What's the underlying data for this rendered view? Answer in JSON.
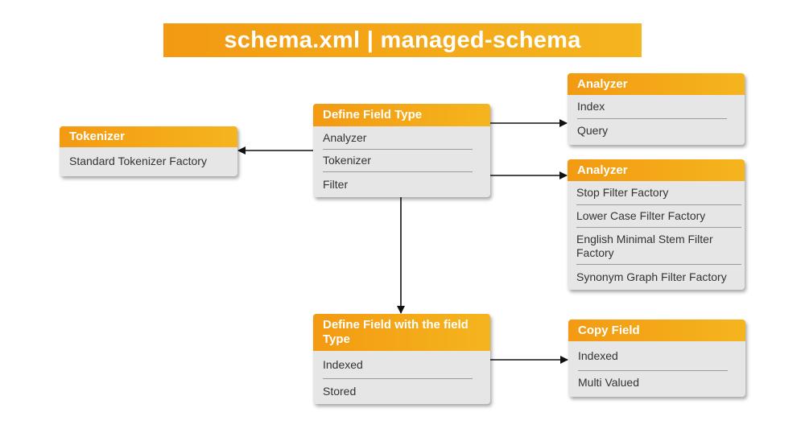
{
  "title": "schema.xml | managed-schema",
  "colors": {
    "accent": "#f5a81a",
    "box_bg": "#e6e6e6",
    "arrow": "#111111"
  },
  "boxes": {
    "define_field_type": {
      "header": "Define Field Type",
      "items": [
        "Analyzer",
        "Tokenizer",
        "Filter"
      ]
    },
    "tokenizer": {
      "header": "Tokenizer",
      "items": [
        "Standard Tokenizer Factory"
      ]
    },
    "analyzer_index_query": {
      "header": "Analyzer",
      "items": [
        "Index",
        "Query"
      ]
    },
    "analyzer_filters": {
      "header": "Analyzer",
      "items": [
        "Stop Filter Factory",
        "Lower Case Filter Factory",
        "English Minimal Stem Filter Factory",
        "Synonym Graph Filter Factory"
      ]
    },
    "define_field": {
      "header": "Define Field with the field Type",
      "items": [
        "Indexed",
        "Stored"
      ]
    },
    "copy_field": {
      "header": "Copy Field",
      "items": [
        "Indexed",
        "Multi Valued"
      ]
    }
  }
}
